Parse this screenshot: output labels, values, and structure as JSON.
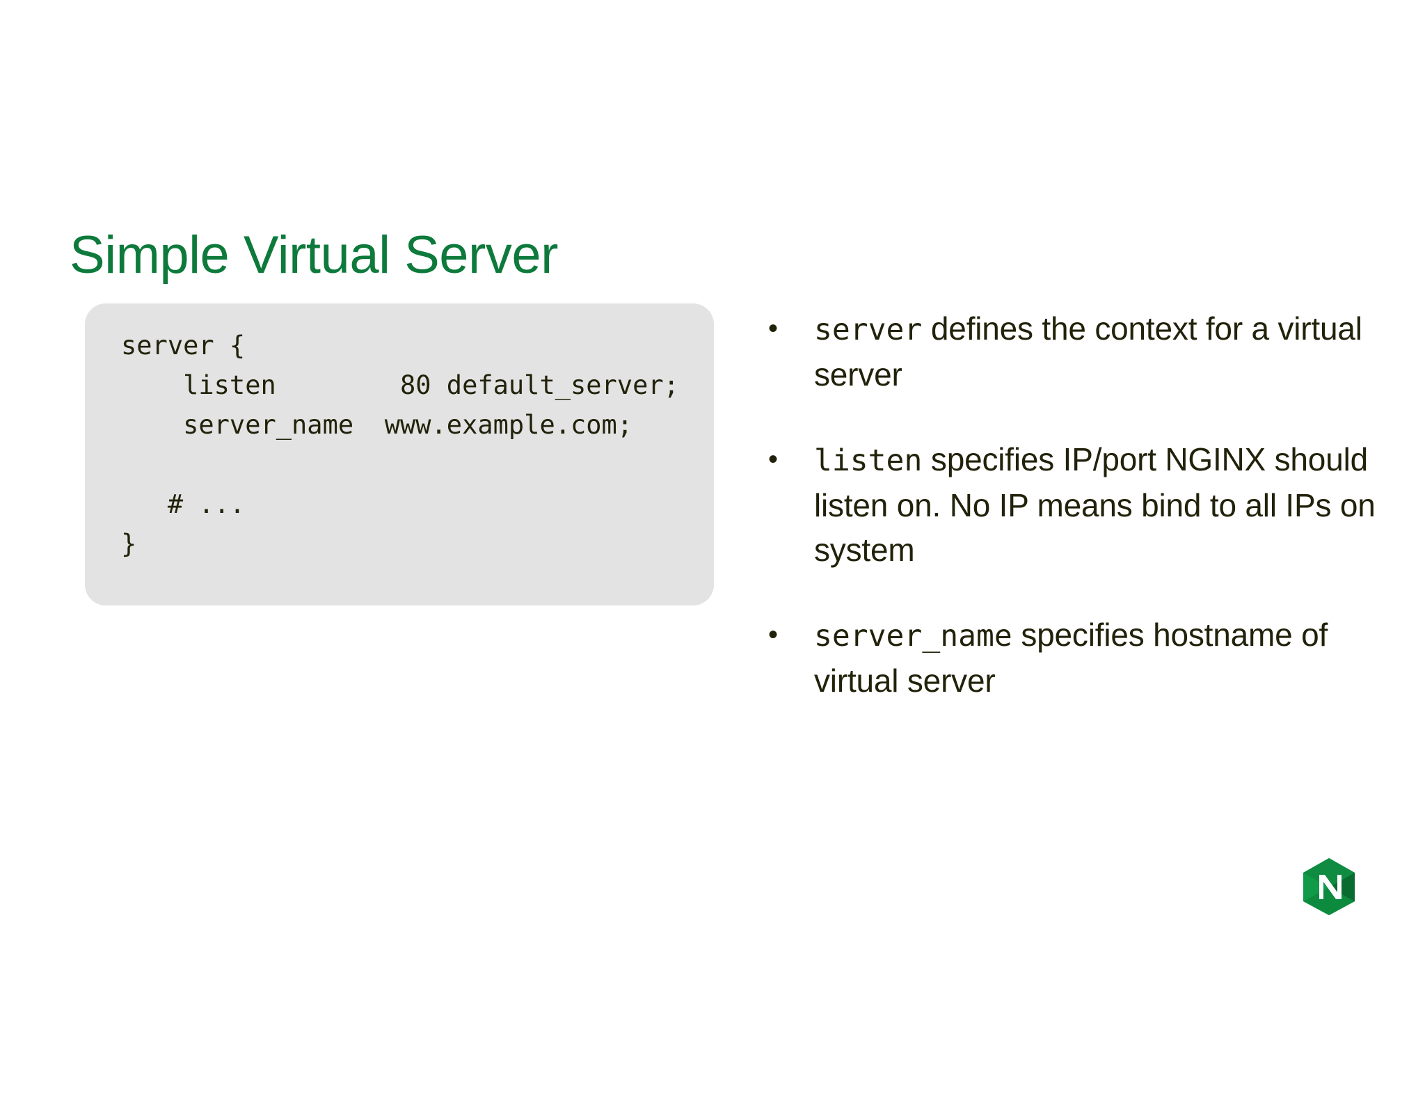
{
  "slide": {
    "title": "Simple Virtual Server",
    "background_color": "#ffffff",
    "title_color": "#0d7a3c",
    "body_text_color": "#22220b"
  },
  "code_card": {
    "background_color": "#e3e3e3",
    "language": "nginx",
    "lines": [
      "server {",
      "    listen        80 default_server;",
      "    server_name  www.example.com;",
      "",
      "   # ...",
      "}"
    ],
    "text": "server {\n    listen        80 default_server;\n    server_name  www.example.com;\n\n   # ...\n}"
  },
  "bullets": {
    "marker": "•",
    "items": [
      {
        "code": "server",
        "before": "",
        "after": " defines the context for a virtual server",
        "full_text": "server defines the context for a virtual server"
      },
      {
        "code": "listen",
        "before": "",
        "after": " specifies IP/port NGINX should listen on. No IP means bind to all IPs on system",
        "full_text": "listen specifies IP/port NGINX should listen on. No IP means bind to all IPs on system"
      },
      {
        "code": "server_name",
        "before": "",
        "after": " specifies hostname of virtual server",
        "full_text": "server_name specifies hostname of virtual server"
      }
    ]
  },
  "logo": {
    "name": "nginx-logo",
    "letter": "N",
    "color_light": "#119b48",
    "color_mid": "#0d8a3f",
    "color_dark": "#0a6b31",
    "letter_color": "#ffffff"
  }
}
